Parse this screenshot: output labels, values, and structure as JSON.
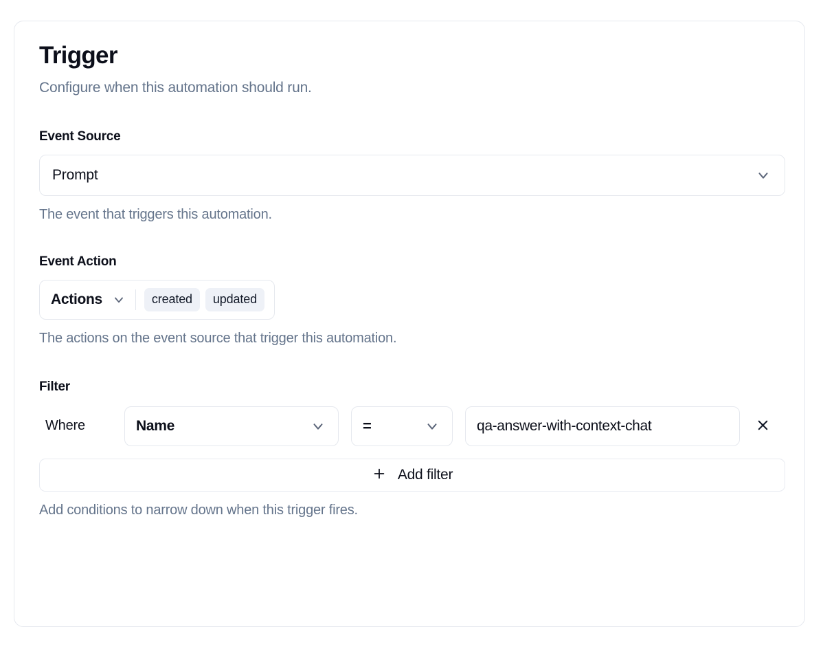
{
  "card": {
    "title": "Trigger",
    "subtitle": "Configure when this automation should run."
  },
  "event_source": {
    "label": "Event Source",
    "value": "Prompt",
    "help": "The event that triggers this automation.",
    "chevron_icon": "chevron-down-icon"
  },
  "event_action": {
    "label": "Event Action",
    "trigger_label": "Actions",
    "chevron_icon": "chevron-down-icon",
    "pills": [
      "created",
      "updated"
    ],
    "help": "The actions on the event source that trigger this automation."
  },
  "filter": {
    "label": "Filter",
    "where_label": "Where",
    "field_value": "Name",
    "field_chevron_icon": "chevron-down-icon",
    "operator_value": "=",
    "operator_chevron_icon": "chevron-down-icon",
    "value": "qa-answer-with-context-chat",
    "value_placeholder": "",
    "remove_icon": "close-icon",
    "add_filter_label": "Add filter",
    "add_filter_icon": "plus-icon",
    "help": "Add conditions to narrow down when this trigger fires."
  },
  "colors": {
    "text_primary": "#0c0f1a",
    "text_muted": "#64748b",
    "border": "#e5e8ee",
    "pill_bg": "#eef1f7",
    "chevron": "#5b6579"
  }
}
